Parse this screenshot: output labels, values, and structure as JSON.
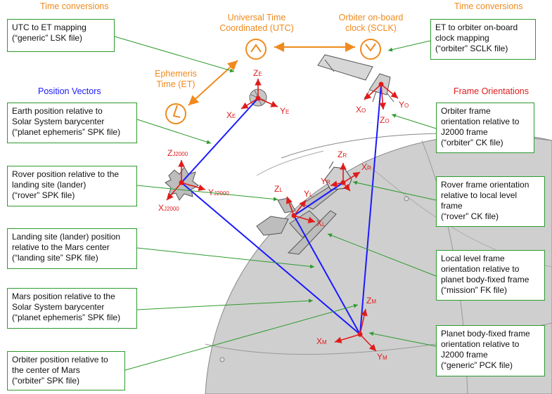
{
  "headers": {
    "time_left": "Time conversions",
    "time_right": "Time conversions",
    "position": "Position Vectors",
    "frame": "Frame Orientations"
  },
  "clocks": {
    "utc": [
      "Universal Time",
      "Coordinated (UTC)"
    ],
    "sclk": [
      "Orbiter on-board",
      "clock (SCLK)"
    ],
    "et": [
      "Ephemeris",
      "Time (ET)"
    ]
  },
  "boxes": {
    "utc_et": [
      "UTC to ET mapping",
      "(“generic” LSK file)"
    ],
    "et_sclk": [
      "ET to orbiter on-board",
      "clock mapping",
      "(“orbiter” SCLK file)"
    ],
    "earth": [
      "Earth position relative to",
      "Solar System barycenter",
      "(“planet ephemeris” SPK file)"
    ],
    "rover_pos": [
      "Rover position relative to the",
      "landing site (lander)",
      "(“rover” SPK file)"
    ],
    "landing": [
      "Landing site (lander) position",
      "relative to the Mars center",
      "(“landing site” SPK file)"
    ],
    "mars": [
      "Mars position relative to the",
      "Solar System barycenter",
      "(“planet ephemeris” SPK file)"
    ],
    "orbiter_pos": [
      "Orbiter position relative to",
      "the center of Mars",
      "(“orbiter” SPK file)"
    ],
    "orbiter_frame": [
      "Orbiter frame",
      "orientation relative to",
      "J2000 frame",
      "(“orbiter” CK file)"
    ],
    "rover_frame": [
      "Rover frame orientation",
      "relative to local level",
      "frame",
      "(“rover” CK file)"
    ],
    "local_frame": [
      "Local level frame",
      "orientation relative to",
      "planet body-fixed frame",
      "(“mission” FK file)"
    ],
    "planet_frame": [
      "Planet body-fixed frame",
      "orientation relative to",
      "J2000 frame",
      "(“generic” PCK file)"
    ]
  },
  "axes": {
    "earth": {
      "z": "Z",
      "zs": "E",
      "x": "X",
      "xs": "E",
      "y": "Y",
      "ys": "E"
    },
    "orbiter": {
      "x": "X",
      "xs": "O",
      "y": "Y",
      "ys": "O",
      "z": "Z",
      "zs": "O"
    },
    "j2000": {
      "z": "Z",
      "zs": "J2000",
      "x": "X",
      "xs": "J2000",
      "y": "Y",
      "ys": "J2000"
    },
    "rover": {
      "z": "Z",
      "zs": "R",
      "x": "X",
      "xs": "R",
      "y": "Y",
      "ys": "R"
    },
    "local": {
      "z": "Z",
      "zs": "L",
      "y": "Y",
      "ys": "L",
      "x": "X",
      "xs": "L"
    },
    "mars": {
      "z": "Z",
      "zs": "M",
      "x": "X",
      "xs": "M",
      "y": "Y",
      "ys": "M"
    }
  },
  "colors": {
    "orange": "#f08a1e",
    "blue": "#1a1aff",
    "red": "#e01b1b",
    "green": "#2e9a2e",
    "mars": "#cfcfcf"
  }
}
